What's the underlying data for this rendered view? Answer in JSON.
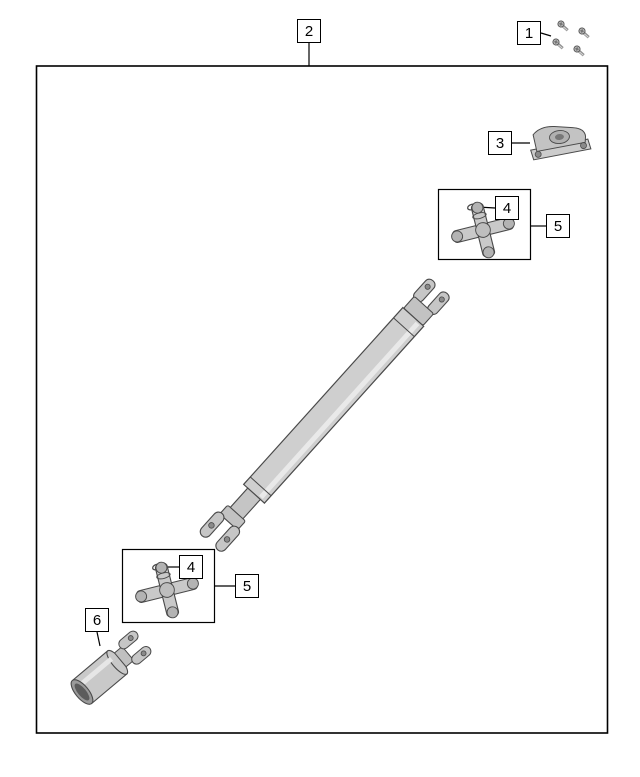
{
  "diagram": {
    "type": "parts-diagram",
    "callouts": {
      "c1": {
        "label": "1"
      },
      "c2": {
        "label": "2"
      },
      "c3": {
        "label": "3"
      },
      "c4_upper": {
        "label": "4"
      },
      "c5_upper": {
        "label": "5"
      },
      "c4_lower": {
        "label": "4"
      },
      "c5_lower": {
        "label": "5"
      },
      "c6": {
        "label": "6"
      }
    },
    "colors": {
      "background": "#ffffff",
      "outline": "#000000",
      "part_fill": "#c9c9c9",
      "part_stroke": "#4a4a4a"
    }
  }
}
